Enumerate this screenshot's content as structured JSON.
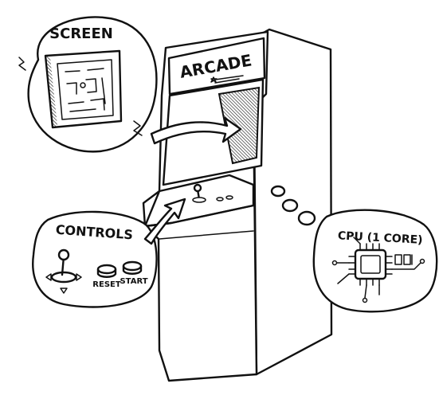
{
  "cabinet": {
    "marquee_text": "ARCADE"
  },
  "callouts": {
    "screen": {
      "label": "SCREEN"
    },
    "controls": {
      "label": "CONTROLS",
      "reset_label": "RESET",
      "start_label": "START"
    },
    "cpu": {
      "label": "CPU (1 CORE)"
    }
  },
  "colors": {
    "ink": "#111111",
    "paper": "#ffffff",
    "screen_shade": "#9a9a9a"
  },
  "icons": [
    "arcade-cabinet",
    "maze-screen-icon",
    "joystick-icon",
    "reset-button-icon",
    "start-button-icon",
    "cpu-chip-icon",
    "arrow-icon",
    "thought-bubble-dots"
  ]
}
